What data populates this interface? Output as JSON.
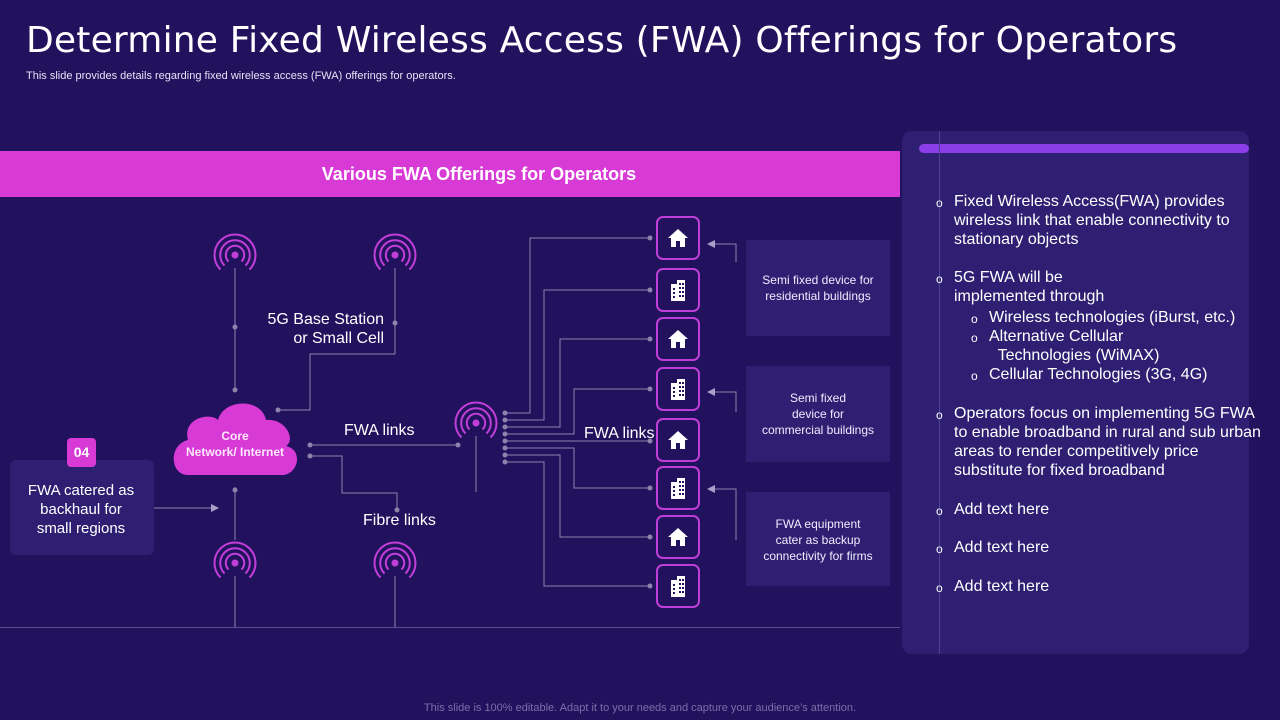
{
  "title": "Determine Fixed Wireless Access (FWA) Offerings for Operators",
  "subtitle": "This slide provides details regarding fixed wireless access (FWA) offerings for operators.",
  "banner": "Various FWA Offerings for Operators",
  "diagram": {
    "base_station_label": "5G Base Station\nor Small Cell",
    "core_network_label": "Core\nNetwork/ Internet",
    "fwa_links_left": "FWA links",
    "fwa_links_right": "FWA links",
    "fibre_links": "Fibre links",
    "badge": "04",
    "backhaul_label": "FWA catered as\nbackhaul for\nsmall regions",
    "buildings": [
      "home-icon",
      "building-icon",
      "home-icon",
      "building-icon",
      "home-icon",
      "building-icon",
      "home-icon",
      "building-icon"
    ],
    "descriptions": [
      "Semi fixed device for\nresidential buildings",
      "Semi fixed\ndevice for\ncommercial buildings",
      "FWA equipment\ncater as backup\nconnectivity for firms"
    ]
  },
  "right_panel": {
    "bullet_glyph": "o",
    "items": [
      {
        "text": "Fixed Wireless Access(FWA) provides\nwireless link that enable connectivity to\nstationary objects"
      },
      {
        "text": "5G FWA will be\nimplemented through"
      },
      {
        "text": "Wireless technologies (iBurst, etc.)",
        "sub": true
      },
      {
        "text": "Alternative Cellular\n  Technologies (WiMAX)",
        "sub": true
      },
      {
        "text": "Cellular Technologies (3G, 4G)",
        "sub": true
      },
      {
        "text": "Operators focus on implementing 5G FWA\nto enable broadband in rural and sub urban\nareas to render competitively price\nsubstitute for fixed broadband"
      },
      {
        "text": "Add text here"
      },
      {
        "text": "Add text here"
      },
      {
        "text": "Add text here"
      }
    ]
  },
  "footer": "This slide is 100% editable. Adapt it to your needs and capture your audience’s attention.",
  "colors": {
    "background": "#22125e",
    "accent_magenta": "#d83ad6",
    "panel": "#2f1f72",
    "accent_purple": "#8b3ee8",
    "icon_stroke": "#c03ed8"
  }
}
